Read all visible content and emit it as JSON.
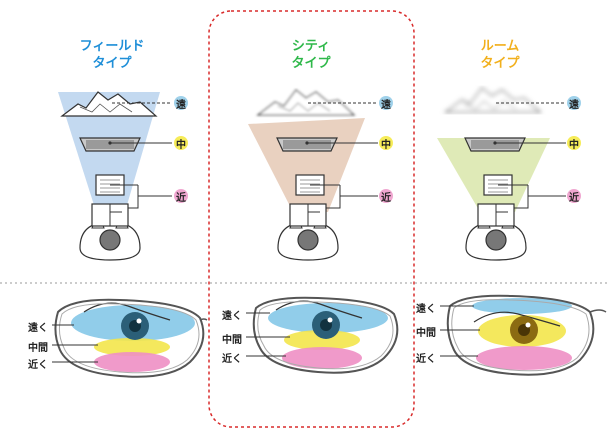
{
  "colors": {
    "field": "#1f8fd8",
    "city": "#2fb84a",
    "room": "#f2b01d",
    "highlight_border": "#d92b2b",
    "far": "#7ec4e6",
    "mid": "#f3e54b",
    "near": "#ee8fc4"
  },
  "panels": [
    {
      "title_line1": "フィールド",
      "title_line2": "タイプ",
      "far_badge": "遠",
      "mid_badge": "中",
      "near_badge": "近",
      "lens_far": "遠く",
      "lens_mid": "中間",
      "lens_near": "近く"
    },
    {
      "title_line1": "シティ",
      "title_line2": "タイプ",
      "far_badge": "遠",
      "mid_badge": "中",
      "near_badge": "近",
      "lens_far": "遠く",
      "lens_mid": "中間",
      "lens_near": "近く"
    },
    {
      "title_line1": "ルーム",
      "title_line2": "タイプ",
      "far_badge": "遠",
      "mid_badge": "中",
      "near_badge": "近",
      "lens_far": "遠く",
      "lens_mid": "中間",
      "lens_near": "近く"
    }
  ]
}
